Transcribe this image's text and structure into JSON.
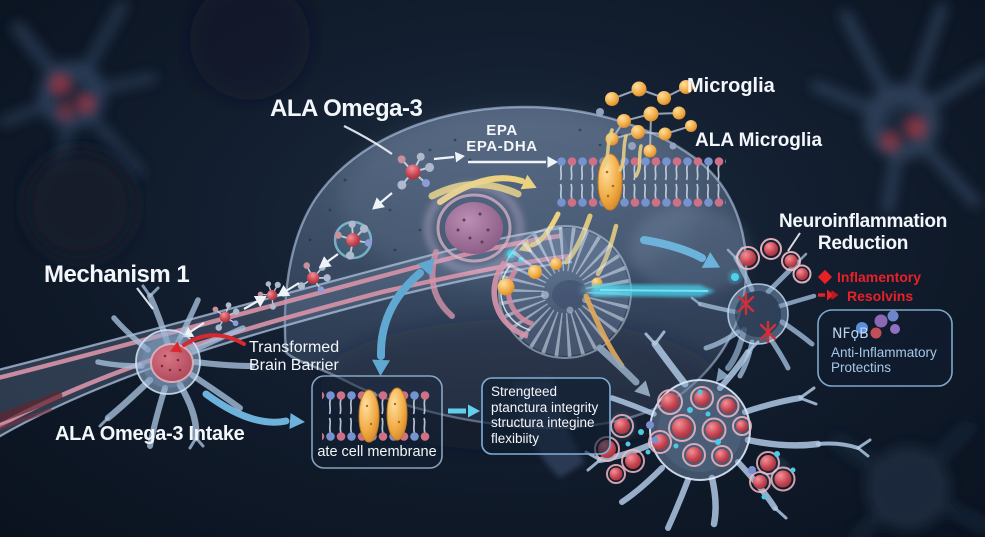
{
  "labels": {
    "ala_omega3": "ALA Omega-3",
    "epa": "EPA",
    "epa_dha": "EPA-DHA",
    "microglia": "Microglia",
    "ala_microglia": "ALA Microglia",
    "mechanism": "Mechanism 1",
    "transformed_line1": "Transformed",
    "transformed_line2": "Brain Barrier",
    "intake": "ALA Omega-3 Intake",
    "neuroinflammation_line1": "Neuroinflammation",
    "neuroinflammation_line2": "Reduction"
  },
  "legend": {
    "inflammatory": "Inflamentory",
    "resolvins": "Resolvins"
  },
  "nfkb_box": {
    "title": "NFϙB",
    "line1": "Anti-Inflammatory",
    "line2": "Protectins"
  },
  "membrane_box": {
    "caption": "ate cell membrane"
  },
  "benefit_box": {
    "lines": [
      "Strengteed",
      "ptanctura integrity",
      "structura integine",
      "flexibiity"
    ]
  },
  "colors": {
    "background": "#101b2b",
    "accent_red": "#ea2028",
    "accent_yellow": "#ecd27f",
    "accent_blue": "#6cb2da",
    "accent_cyan": "#47d0ec",
    "accent_orange": "#eda33f",
    "accent_pink": "#d893a8",
    "box_border": "#7fa8c8",
    "nfkb_text": "#a6c8e8"
  }
}
